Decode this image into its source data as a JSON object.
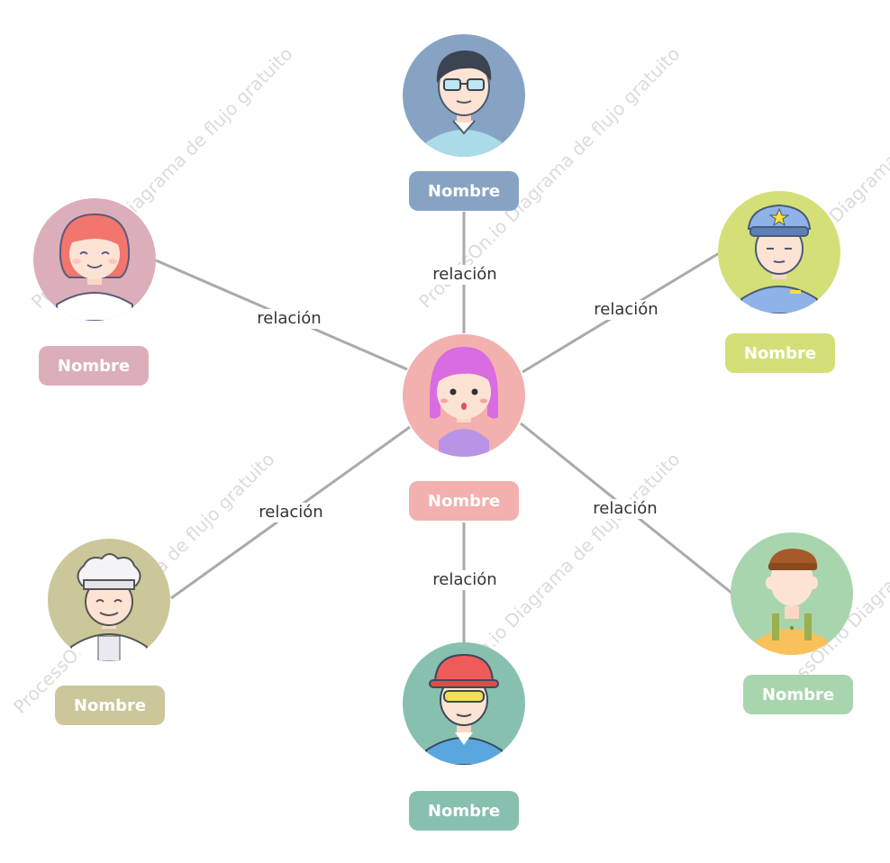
{
  "watermark": "ProcessOn.io Diagrama de flujo gratuito",
  "relation_label": "relación",
  "name_label": "Nombre",
  "nodes": [
    {
      "id": "center",
      "avatar": "girl-pink-hair-avatar",
      "color": "#f2b0ae",
      "label": "Nombre"
    },
    {
      "id": "top",
      "avatar": "man-glasses-avatar",
      "color": "#87a3c4",
      "label": "Nombre"
    },
    {
      "id": "left",
      "avatar": "woman-red-hair-avatar",
      "color": "#dcaeb9",
      "label": "Nombre"
    },
    {
      "id": "right",
      "avatar": "police-officer-avatar",
      "color": "#d4df78",
      "label": "Nombre"
    },
    {
      "id": "bottom-left",
      "avatar": "chef-avatar",
      "color": "#cbc79a",
      "label": "Nombre"
    },
    {
      "id": "bottom-right",
      "avatar": "construction-worker-avatar",
      "color": "#a8d5ad",
      "label": "Nombre"
    },
    {
      "id": "bottom",
      "avatar": "engineer-helmet-avatar",
      "color": "#88c0b0",
      "label": "Nombre"
    }
  ],
  "relations": [
    {
      "from": "center",
      "to": "top",
      "label": "relación"
    },
    {
      "from": "center",
      "to": "left",
      "label": "relación"
    },
    {
      "from": "center",
      "to": "right",
      "label": "relación"
    },
    {
      "from": "center",
      "to": "bottom-left",
      "label": "relación"
    },
    {
      "from": "center",
      "to": "bottom-right",
      "label": "relación"
    },
    {
      "from": "center",
      "to": "bottom",
      "label": "relación"
    }
  ]
}
